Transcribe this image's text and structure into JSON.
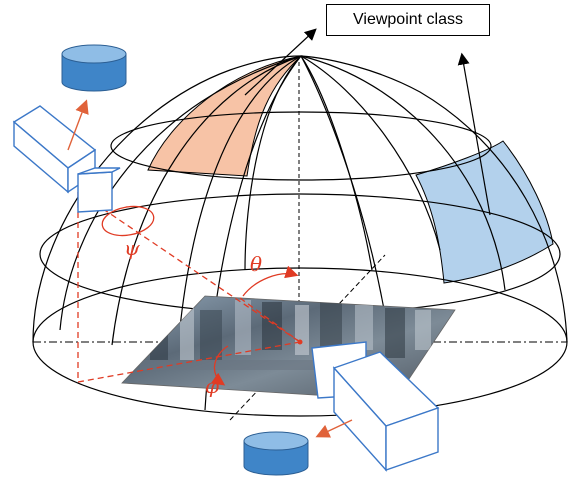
{
  "labels": {
    "viewpoint_class": "Viewpoint class",
    "psi": "ψ",
    "theta": "θ",
    "phi": "φ"
  },
  "colors": {
    "dome_line": "#000000",
    "highlight_orange": "#f7c3a6",
    "highlight_blue": "#b3d1ec",
    "angle_red": "#e03b24",
    "camera_stroke": "#3c78c8",
    "cylinder_fill": "#3f85c8"
  },
  "icons": [
    "camera-icon",
    "database-cylinder-icon"
  ]
}
